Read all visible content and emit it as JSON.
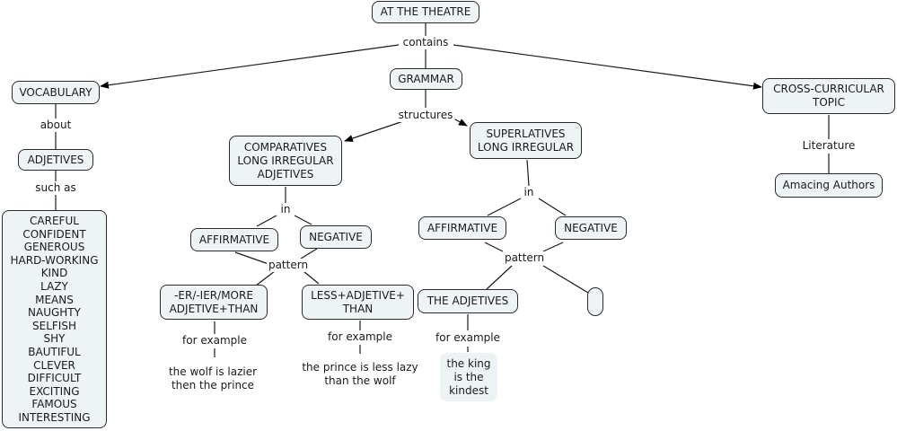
{
  "concept_map": {
    "root": "AT THE THEATRE",
    "root_link": "contains",
    "vocabulary": {
      "title": "VOCABULARY",
      "link": "about",
      "adjectives": "ADJETIVES",
      "adjectives_link": "such as",
      "list": [
        "CAREFUL",
        "CONFIDENT",
        "GENEROUS",
        "HARD-WORKING",
        "KIND",
        "LAZY",
        "MEANS",
        "NAUGHTY",
        "SELFISH",
        "SHY",
        "BAUTIFUL",
        "CLEVER",
        "DIFFICULT",
        "EXCITING",
        "FAMOUS",
        "INTERESTING"
      ]
    },
    "grammar": {
      "title": "GRAMMAR",
      "link": "structures",
      "comparatives": {
        "title": "COMPARATIVES\nLONG IRREGULAR\nADJETIVES",
        "link": "in",
        "affirmative": "AFFIRMATIVE",
        "negative": "NEGATIVE",
        "pattern_link": "pattern",
        "pattern_affirmative": "-ER/-IER/MORE\nADJETIVE+THAN",
        "pattern_negative": "LESS+ADJETIVE+\nTHAN",
        "example_link_1": "for example",
        "example_link_2": "for example",
        "example_1": "the wolf is lazier\nthen the prince",
        "example_2": "the prince is less lazy\nthan the wolf"
      },
      "superlatives": {
        "title": "SUPERLATIVES\nLONG IRREGULAR",
        "link": "in",
        "affirmative": "AFFIRMATIVE",
        "negative": "NEGATIVE",
        "pattern_link": "pattern",
        "pattern_affirmative": "THE ADJETIVES",
        "pattern_empty": "",
        "example_link": "for example",
        "example": "the king\nis the\nkindest"
      }
    },
    "cross_curricular": {
      "title": "CROSS-CURRICULAR\nTOPIC",
      "link": "Literature",
      "child": "Amacing Authors"
    }
  }
}
